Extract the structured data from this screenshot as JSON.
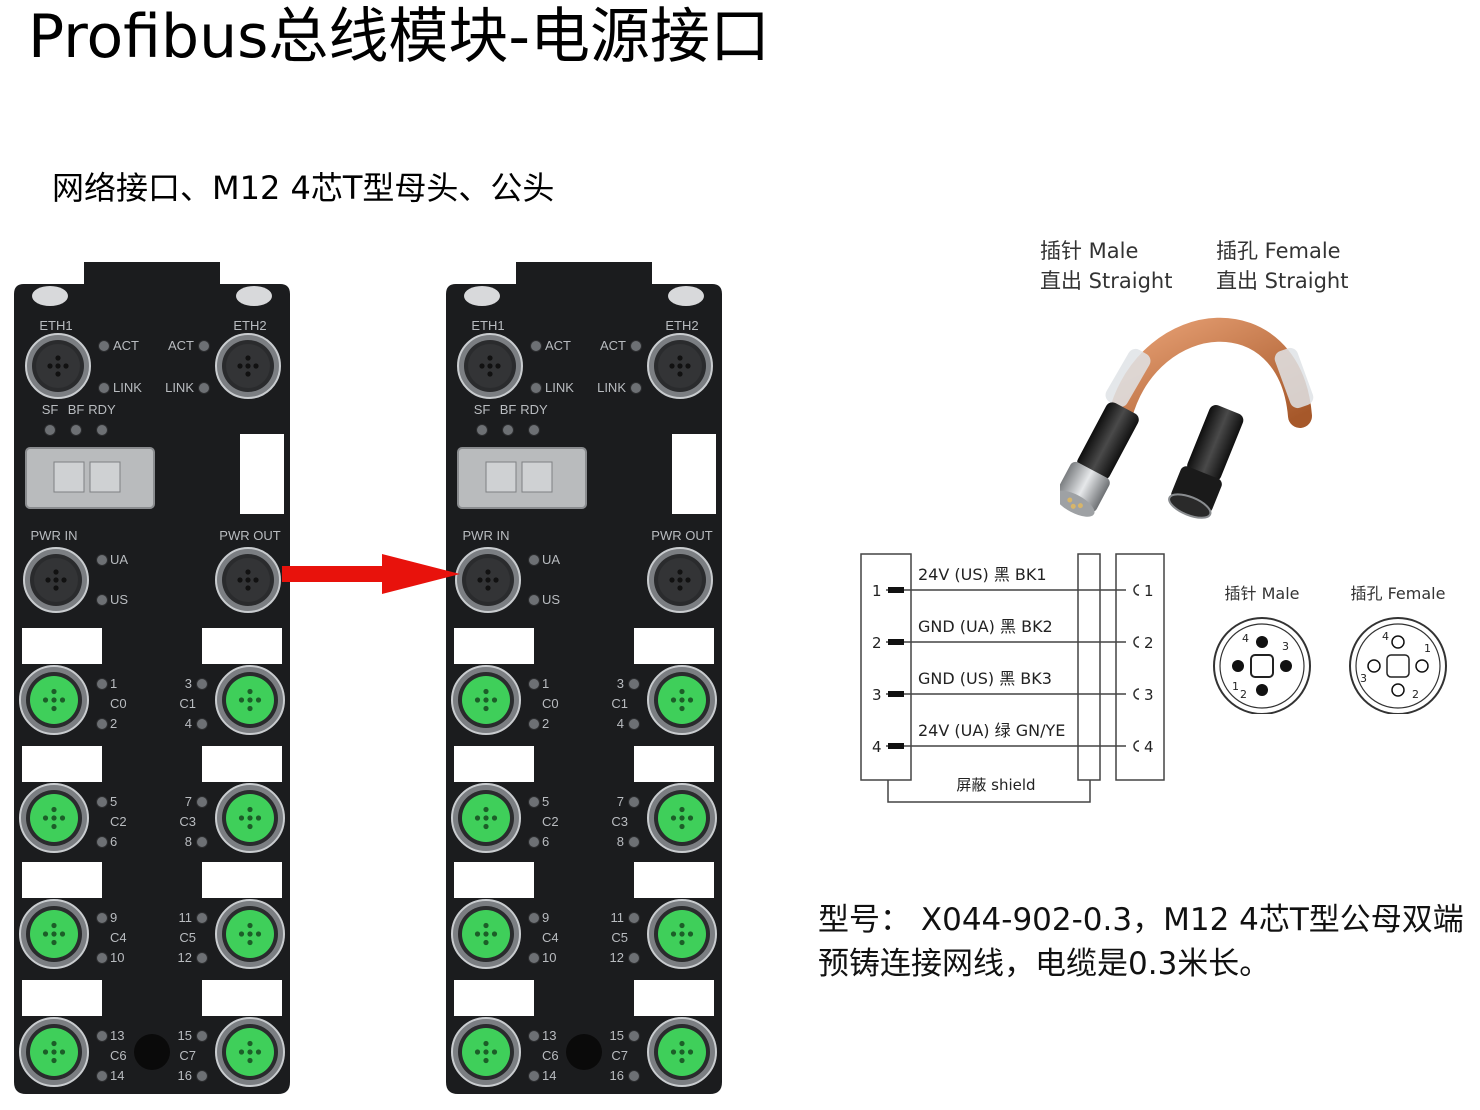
{
  "title": "Profibus总线模块-电源接口",
  "subtitle": "网络接口、M12   4芯T型母头、公头",
  "module": {
    "eth1": "ETH1",
    "eth2": "ETH2",
    "act": "ACT",
    "link": "LINK",
    "status_leds": [
      "SF",
      "BF",
      "RDY"
    ],
    "pwr_in": "PWR  IN",
    "pwr_out": "PWR  OUT",
    "ua": "UA",
    "us": "US",
    "channels": [
      {
        "left_top": "1",
        "left_mid": "C0",
        "left_bot": "2",
        "right_top": "3",
        "right_mid": "C1",
        "right_bot": "4"
      },
      {
        "left_top": "5",
        "left_mid": "C2",
        "left_bot": "6",
        "right_top": "7",
        "right_mid": "C3",
        "right_bot": "8"
      },
      {
        "left_top": "9",
        "left_mid": "C4",
        "left_bot": "10",
        "right_top": "11",
        "right_mid": "C5",
        "right_bot": "12"
      },
      {
        "left_top": "13",
        "left_mid": "C6",
        "left_bot": "14",
        "right_top": "15",
        "right_mid": "C7",
        "right_bot": "16"
      }
    ]
  },
  "cable": {
    "male_line1": "插针 Male",
    "male_line2": "直出 Straight",
    "female_line1": "插孔 Female",
    "female_line2": "直出 Straight"
  },
  "wiring": {
    "wires": [
      {
        "pin": "1",
        "label": "24V (US)  黑 BK1"
      },
      {
        "pin": "2",
        "label": "GND (UA) 黑 BK2"
      },
      {
        "pin": "3",
        "label": "GND (US) 黑 BK3"
      },
      {
        "pin": "4",
        "label": "24V (UA)  绿 GN/YE"
      }
    ],
    "shield": "屏蔽 shield"
  },
  "faces": {
    "male_label": "插针 Male",
    "female_label": "插孔 Female",
    "pin_numbers": [
      "1",
      "2",
      "3",
      "4"
    ]
  },
  "model_text": "型号：   X044-902-0.3，M12 4芯T型公母双端预铸连接网线，电缆是0.3米长。",
  "colors": {
    "module_body": "#1b1c1e",
    "port_green": "#3fcf5a",
    "arrow_red": "#e8120c",
    "cable_orange": "#c8743c"
  }
}
